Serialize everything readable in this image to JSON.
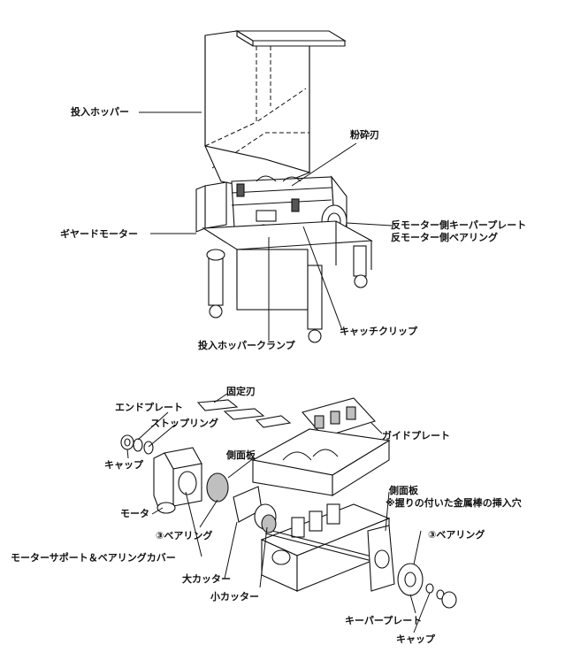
{
  "upper_figure": {
    "labels": {
      "hopper": "投入ホッパー",
      "crushing_blade": "粉砕刃",
      "geared_motor": "ギヤードモーター",
      "keyplate_line1": "反モーター側キーパープレート",
      "keyplate_line2": "反モーター側ベアリング",
      "catch_clip": "キャッチクリップ",
      "hopper_clamp": "投入ホッパークランプ"
    }
  },
  "lower_figure": {
    "labels": {
      "fixed_blade": "固定刃",
      "end_plate": "エンドプレート",
      "stop_ring": "ストップリング",
      "guide_plate": "ガイドプレート",
      "side_panel_left": "側面板",
      "cap_left": "キャップ",
      "side_panel_right_line1": "側面板",
      "side_panel_right_line2": "※握りの付いた金属棒の挿入穴",
      "motor": "モータ",
      "bearing_left": "③ベアリング",
      "bearing_right": "③ベアリング",
      "motor_support": "モーターサポート＆ベアリングカバー",
      "large_cutter": "大カッター",
      "small_cutter": "小カッター",
      "keeper_plate": "キーパープレート",
      "cap_right": "キャップ"
    }
  }
}
